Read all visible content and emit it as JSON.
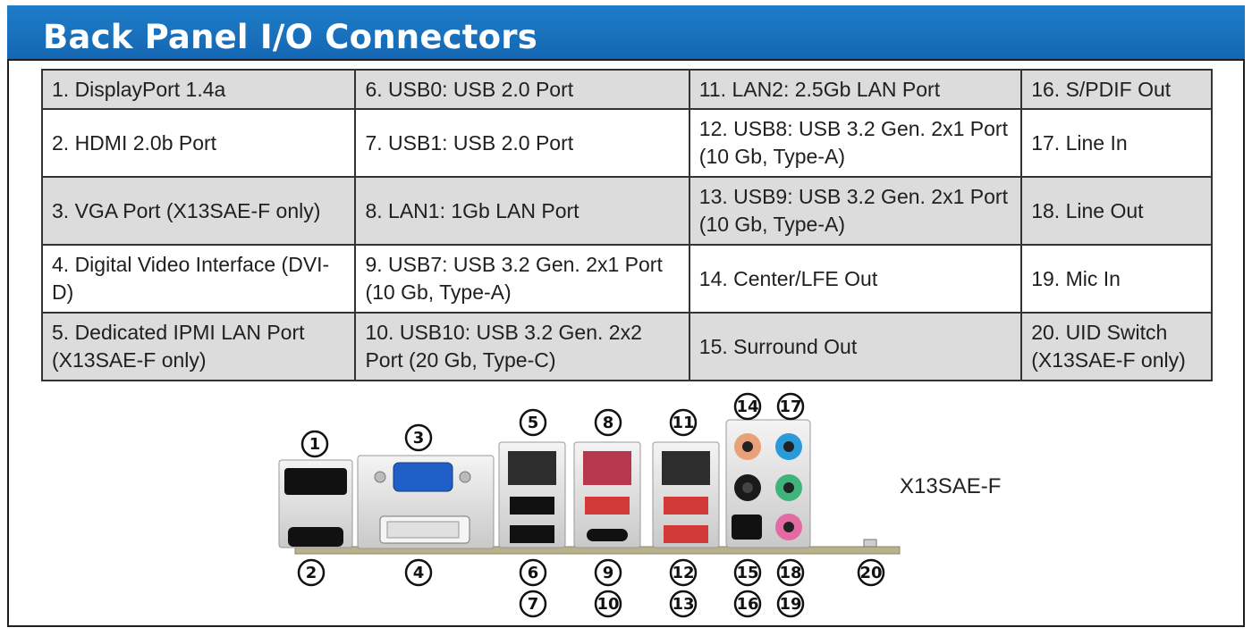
{
  "header": {
    "title": "Back Panel I/O Connectors"
  },
  "legend": [
    [
      "1. DisplayPort 1.4a",
      "6. USB0: USB 2.0 Port",
      "11. LAN2: 2.5Gb LAN Port",
      "16. S/PDIF Out"
    ],
    [
      "2. HDMI 2.0b Port",
      "7. USB1: USB 2.0 Port",
      "12. USB8: USB 3.2 Gen. 2x1 Port (10 Gb, Type-A)",
      "17. Line In"
    ],
    [
      "3. VGA Port (X13SAE-F only)",
      "8. LAN1: 1Gb LAN Port",
      "13. USB9: USB 3.2 Gen. 2x1 Port (10 Gb, Type-A)",
      "18. Line Out"
    ],
    [
      "4. Digital Video Interface (DVI-D)",
      "9. USB7: USB 3.2 Gen. 2x1 Port (10 Gb, Type-A)",
      "14. Center/LFE Out",
      "19. Mic In"
    ],
    [
      "5. Dedicated IPMI LAN Port (X13SAE-F only)",
      "10. USB10: USB 3.2 Gen. 2x2 Port (20 Gb, Type-C)",
      "15. Surround Out",
      "20. UID Switch (X13SAE-F only)"
    ]
  ],
  "callouts": [
    "1",
    "2",
    "3",
    "4",
    "5",
    "6",
    "7",
    "8",
    "9",
    "10",
    "11",
    "12",
    "13",
    "14",
    "15",
    "16",
    "17",
    "18",
    "19",
    "20"
  ],
  "board_label": "X13SAE-F",
  "colors": {
    "banner": "#1a72bf",
    "row_shade": "#dcdcdc",
    "lan1_accent": "#b5384e",
    "usb_gen2": "#d23a3a",
    "vga_blue": "#1f5fc7",
    "jack_orange": "#e8a27a",
    "jack_blue": "#2a9ad8",
    "jack_black": "#1a1a1a",
    "jack_green": "#3fb47a",
    "jack_pink": "#e46aa4"
  }
}
